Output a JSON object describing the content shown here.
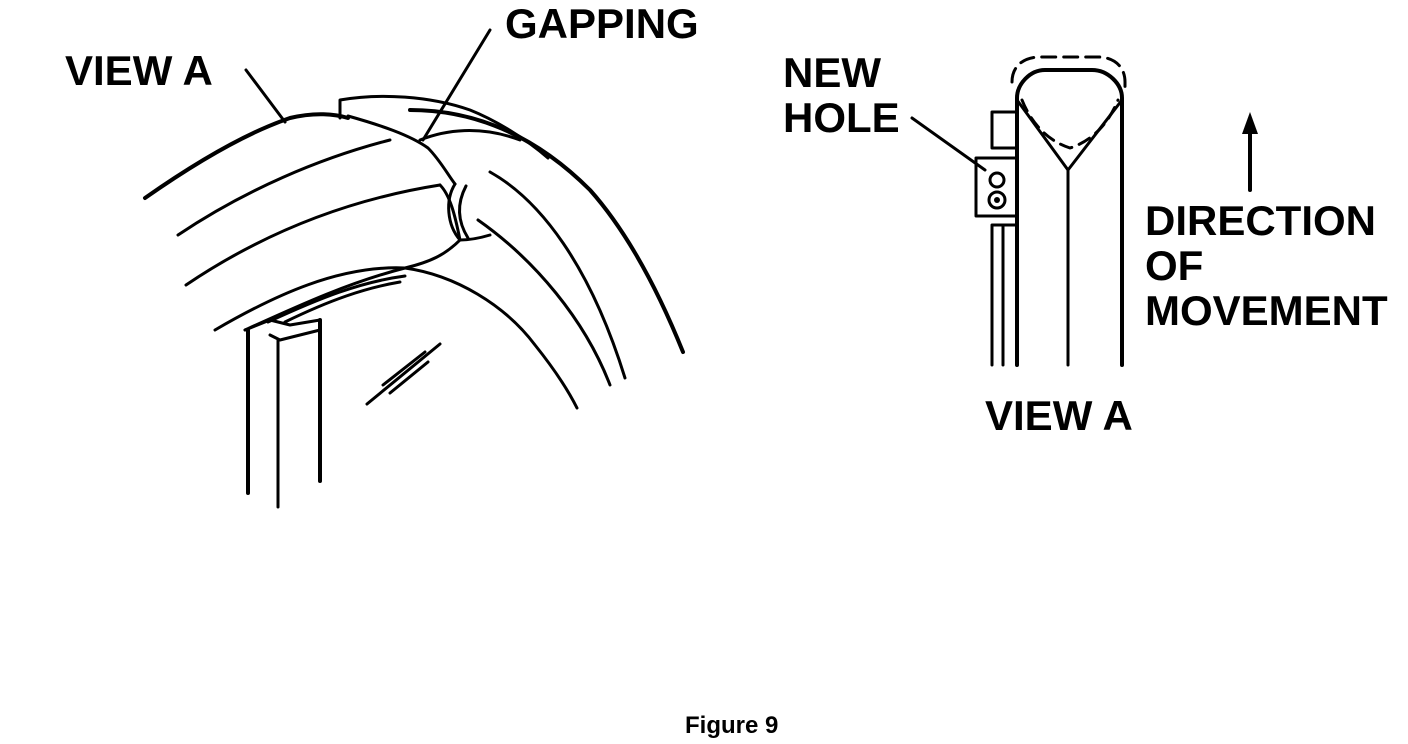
{
  "labels": {
    "view_a_left": "VIEW A",
    "gapping": "GAPPING",
    "new_hole_line1": "NEW",
    "new_hole_line2": "HOLE",
    "direction_line1": "DIRECTION",
    "direction_line2": "OF",
    "direction_line3": "MOVEMENT",
    "view_a_right": "VIEW A"
  },
  "caption": "Figure 9"
}
